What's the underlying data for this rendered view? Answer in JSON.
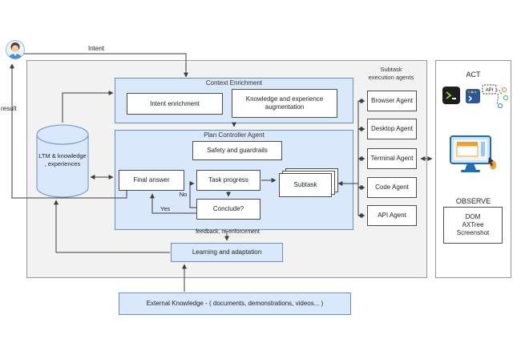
{
  "colors": {
    "light_blue_fill": "#dae8fc",
    "blue_border": "#6c8ebf",
    "panel_gray_fill": "#f2f2f2",
    "connector_line": "#3d3d3d"
  },
  "user_flow": {
    "intent_label": "Intent",
    "result_label": "result"
  },
  "context_enrichment": {
    "title": "Context Enrichment",
    "intent_enrichment": "Intent enrichment",
    "knowledge_augmentation": "Knowledge and experience augmentation"
  },
  "plan_controller": {
    "title": "Plan Controller Agent",
    "safety": "Safety and guardrails",
    "final_answer": "Final answer",
    "task_progress": "Task progress",
    "conclude": "Conclude?",
    "subtask": "Subtask",
    "no_label": "No",
    "yes_label": "Yes"
  },
  "ltm": {
    "line1": "LTM & knowledge",
    "line2": ", experiences"
  },
  "learning": {
    "label": "Learning and adaptation",
    "feedback_label": "feedback, re-enforcement"
  },
  "agents": {
    "title_line1": "Subtask",
    "title_line2": "execution agents",
    "items": [
      "Browser Agent",
      "Desktop Agent",
      "Terminal Agent",
      "Code Agent",
      "API  Agent"
    ]
  },
  "act_panel": {
    "act_label": "ACT",
    "observe_label": "OBSERVE",
    "observe_lines": [
      "DOM",
      "AXTree",
      "Screenshot"
    ],
    "api_icon_text": "API",
    "icons": [
      "terminal-icon",
      "app-window-icon",
      "api-flow-icon",
      "computer-monitor-icon"
    ]
  },
  "external_knowledge": {
    "label": "External Knowledge - ( documents, demonstrations, videos... )"
  }
}
